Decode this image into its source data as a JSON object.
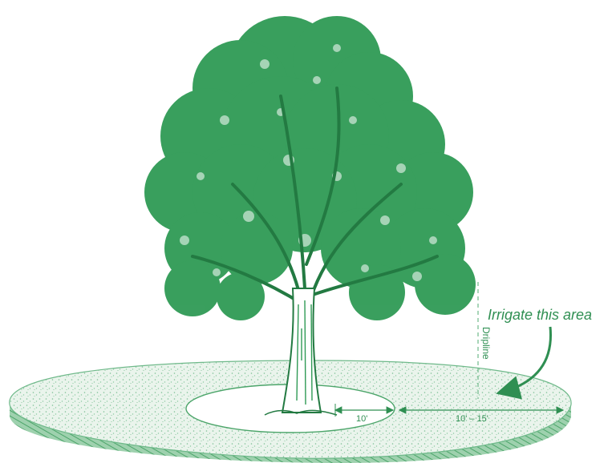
{
  "callout": {
    "text": "Irrigate this area"
  },
  "dripline_label": "Dripline",
  "dimensions": {
    "inner": "10'",
    "outer": "10' – 15'"
  },
  "colors": {
    "foliage": "#2f9a55",
    "foliage_dark": "#237a42",
    "ground_fill": "#e6f2e8",
    "ground_stipple": "#6fb98a",
    "edge": "#4ca56a",
    "text": "#2f8f52"
  }
}
